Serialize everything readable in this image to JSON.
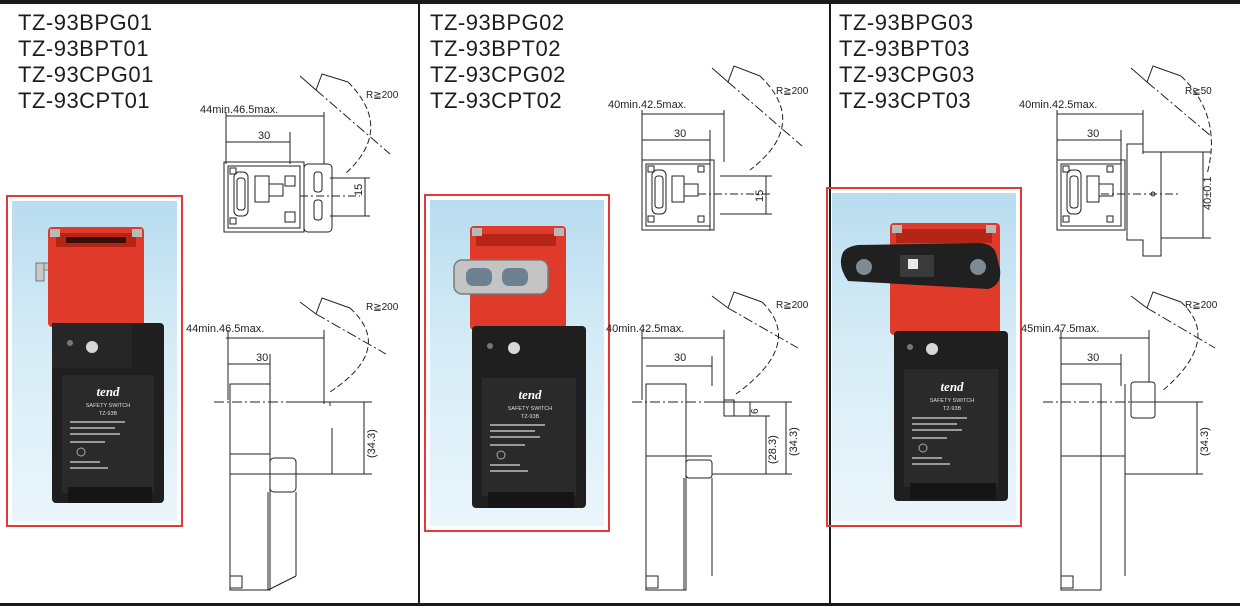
{
  "panels": [
    {
      "models": [
        "TZ-93BPG01",
        "TZ-93BPT01",
        "TZ-93CPG01",
        "TZ-93CPT01"
      ],
      "top_view": {
        "range": "44min.46.5max.",
        "width": "30",
        "offset": "15",
        "radius": "R≧200"
      },
      "side_view": {
        "range": "44min.46.5max.",
        "width": "30",
        "height": "(34.3)",
        "radius": "R≧200"
      },
      "label": {
        "brand": "tend",
        "line1": "SAFETY SWITCH",
        "line2": "TZ-93B"
      }
    },
    {
      "models": [
        "TZ-93BPG02",
        "TZ-93BPT02",
        "TZ-93CPG02",
        "TZ-93CPT02"
      ],
      "top_view": {
        "range": "40min.42.5max.",
        "width": "30",
        "offset": "15",
        "radius": "R≧200"
      },
      "side_view": {
        "range": "40min.42.5max.",
        "width": "30",
        "height": "(34.3)",
        "height2": "(28.3)",
        "small": "6",
        "radius": "R≧200"
      },
      "label": {
        "brand": "tend",
        "line1": "SAFETY SWITCH",
        "line2": "TZ-93B"
      }
    },
    {
      "models": [
        "TZ-93BPG03",
        "TZ-93BPT03",
        "TZ-93CPG03",
        "TZ-93CPT03"
      ],
      "top_view": {
        "range": "40min.42.5max.",
        "width": "30",
        "offset": "40±0.1",
        "radius": "R≧50"
      },
      "side_view": {
        "range": "45min.47.5max.",
        "width": "30",
        "height": "(34.3)",
        "radius": "R≧200"
      },
      "label": {
        "brand": "tend",
        "line1": "SAFETY SWITCH",
        "line2": "TZ-93B"
      }
    }
  ],
  "colors": {
    "highlight": "#e23a3a",
    "switch_head": "#e03a2a",
    "switch_body": "#1f1f1f",
    "line": "#222222"
  }
}
